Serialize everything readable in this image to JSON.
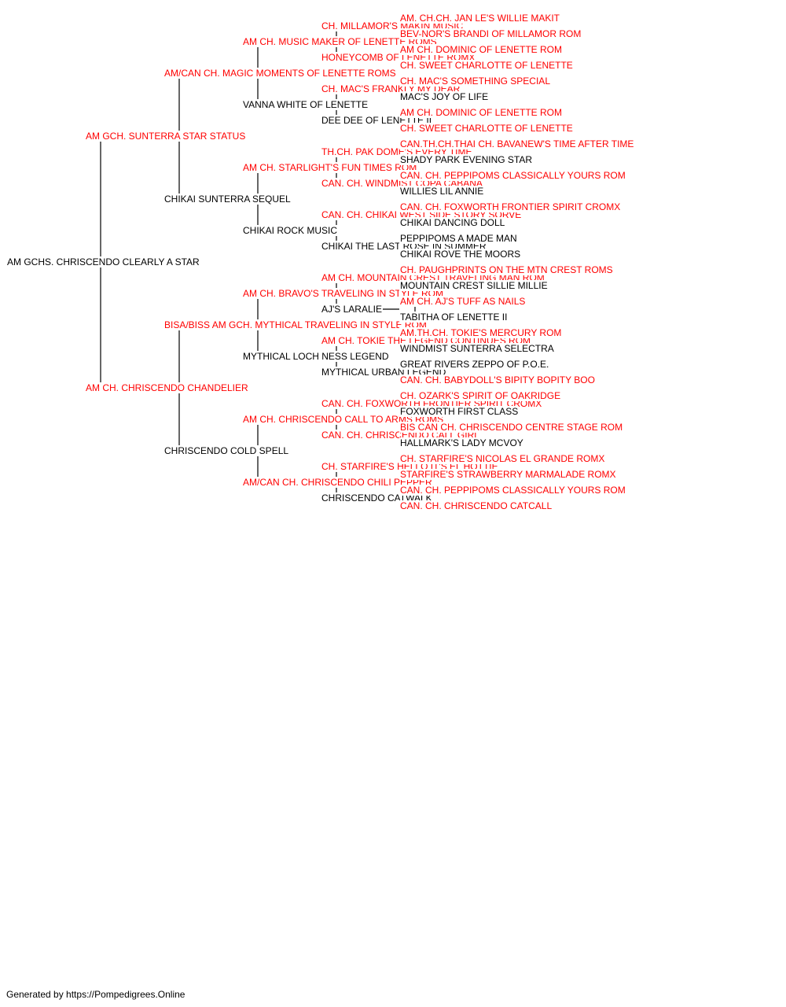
{
  "colors": {
    "titled": "#ff0000",
    "plain": "#000000",
    "line": "#000000"
  },
  "footer": "Generated by https://Pompedigrees.Online",
  "pedigree": {
    "name": "AM GCHS. CHRISCENDO CLEARLY A STAR",
    "titled": false,
    "sire": {
      "name": "AM GCH. SUNTERRA STAR STATUS",
      "titled": true,
      "sire": {
        "name": "AM/CAN CH. MAGIC MOMENTS OF LENETTE ROMS",
        "titled": true,
        "sire": {
          "name": "AM CH. MUSIC MAKER OF LENETTE ROMS",
          "titled": true,
          "sire": {
            "name": "CH. MILLAMOR'S MAKIN MUSIC",
            "titled": true,
            "sire": {
              "name": "AM. CH.CH. JAN LE'S WILLIE MAKIT",
              "titled": true
            },
            "dam": {
              "name": "BEV-NOR'S BRANDI OF MILLAMOR ROM",
              "titled": true
            }
          },
          "dam": {
            "name": "HONEYCOMB OF LENETTE ROMX",
            "titled": true,
            "sire": {
              "name": "AM CH. DOMINIC OF LENETTE ROM",
              "titled": true
            },
            "dam": {
              "name": "CH. SWEET CHARLOTTE OF LENETTE",
              "titled": true
            }
          }
        },
        "dam": {
          "name": "VANNA WHITE OF LENETTE",
          "titled": false,
          "sire": {
            "name": "CH. MAC'S FRANKLY MY DEAR",
            "titled": true,
            "sire": {
              "name": "CH. MAC'S SOMETHING SPECIAL",
              "titled": true
            },
            "dam": {
              "name": "MAC'S JOY OF LIFE",
              "titled": false
            }
          },
          "dam": {
            "name": "DEE DEE OF LENETTE II",
            "titled": false,
            "sire": {
              "name": "AM CH. DOMINIC OF LENETTE ROM",
              "titled": true
            },
            "dam": {
              "name": "CH. SWEET CHARLOTTE OF LENETTE",
              "titled": true
            }
          }
        }
      },
      "dam": {
        "name": "CHIKAI SUNTERRA SEQUEL",
        "titled": false,
        "sire": {
          "name": "AM CH. STARLIGHT'S FUN TIMES ROM",
          "titled": true,
          "sire": {
            "name": "TH.CH. PAK DOME'S EVERY TIME",
            "titled": true,
            "sire": {
              "name": "CAN.TH.CH.THAI CH. BAVANEW'S TIME AFTER TIME",
              "titled": true
            },
            "dam": {
              "name": "SHADY PARK EVENING STAR",
              "titled": false
            }
          },
          "dam": {
            "name": "CAN. CH. WINDMIST COPA CABANA",
            "titled": true,
            "sire": {
              "name": "CAN. CH. PEPPIPOMS CLASSICALLY YOURS ROM",
              "titled": true
            },
            "dam": {
              "name": "WILLIES LIL ANNIE",
              "titled": false
            }
          }
        },
        "dam": {
          "name": "CHIKAI ROCK MUSIC",
          "titled": false,
          "sire": {
            "name": "CAN. CH. CHIKAI WEST SIDE STORY SORVE",
            "titled": true,
            "sire": {
              "name": "CAN. CH. FOXWORTH FRONTIER SPIRIT CROMX",
              "titled": true
            },
            "dam": {
              "name": "CHIKAI DANCING DOLL",
              "titled": false
            }
          },
          "dam": {
            "name": "CHIKAI THE LAST ROSE IN SUMMER",
            "titled": false,
            "sire": {
              "name": "PEPPIPOMS A MADE MAN",
              "titled": false
            },
            "dam": {
              "name": "CHIKAI ROVE THE MOORS",
              "titled": false
            }
          }
        }
      }
    },
    "dam": {
      "name": "AM CH. CHRISCENDO CHANDELIER",
      "titled": true,
      "sire": {
        "name": "BISA/BISS AM GCH. MYTHICAL TRAVELING IN STYLE ROM",
        "titled": true,
        "sire": {
          "name": "AM CH. BRAVO'S TRAVELING IN STYLE ROM",
          "titled": true,
          "sire": {
            "name": "AM CH. MOUNTAIN CREST TRAVELING MAN ROM",
            "titled": true,
            "sire": {
              "name": "CH. PAUGHPRINTS ON THE MTN CREST ROMS",
              "titled": true
            },
            "dam": {
              "name": "MOUNTAIN CREST SILLIE MILLIE",
              "titled": false
            }
          },
          "dam": {
            "name": "AJ'S LARALIE",
            "titled": false,
            "sire": {
              "name": "AM CH. AJ'S TUFF AS NAILS",
              "titled": true
            },
            "dam": {
              "name": "TABITHA OF LENETTE II",
              "titled": false
            }
          }
        },
        "dam": {
          "name": "MYTHICAL LOCH NESS LEGEND",
          "titled": false,
          "sire": {
            "name": "AM CH. TOKIE THE LEGEND CONTINUES ROM",
            "titled": true,
            "sire": {
              "name": "AM.TH.CH. TOKIE'S MERCURY ROM",
              "titled": true
            },
            "dam": {
              "name": "WINDMIST SUNTERRA SELECTRA",
              "titled": false
            }
          },
          "dam": {
            "name": "MYTHICAL URBAN LEGEND",
            "titled": false,
            "sire": {
              "name": "GREAT RIVERS ZEPPO OF P.O.E.",
              "titled": false
            },
            "dam": {
              "name": "CAN. CH. BABYDOLL'S BIPITY BOPITY BOO",
              "titled": true
            }
          }
        }
      },
      "dam": {
        "name": "CHRISCENDO COLD SPELL",
        "titled": false,
        "sire": {
          "name": "AM CH. CHRISCENDO CALL TO ARMS ROMS",
          "titled": true,
          "sire": {
            "name": "CAN. CH. FOXWORTH FRONTIER SPIRIT CROMX",
            "titled": true,
            "sire": {
              "name": "CH. OZARK'S SPIRIT OF OAKRIDGE",
              "titled": true
            },
            "dam": {
              "name": "FOXWORTH FIRST CLASS",
              "titled": false
            }
          },
          "dam": {
            "name": "CAN. CH. CHRISCENDO CALL GIRL",
            "titled": true,
            "sire": {
              "name": "BIS CAN CH. CHRISCENDO CENTRE STAGE ROM",
              "titled": true
            },
            "dam": {
              "name": "HALLMARK'S LADY MCVOY",
              "titled": false
            }
          }
        },
        "dam": {
          "name": "AM/CAN CH. CHRISCENDO CHILI PEPPER",
          "titled": true,
          "sire": {
            "name": "CH. STARFIRE'S HELLO IT'S EL HOTTIE",
            "titled": true,
            "sire": {
              "name": "CH. STARFIRE'S NICOLAS EL GRANDE ROMX",
              "titled": true
            },
            "dam": {
              "name": "STARFIRE'S STRAWBERRY MARMALADE ROMX",
              "titled": true
            }
          },
          "dam": {
            "name": "CHRISCENDO CATWALK",
            "titled": false,
            "sire": {
              "name": "CAN. CH. PEPPIPOMS CLASSICALLY YOURS ROM",
              "titled": true
            },
            "dam": {
              "name": "CAN. CH. CHRISCENDO CATCALL",
              "titled": true
            }
          }
        }
      }
    }
  }
}
